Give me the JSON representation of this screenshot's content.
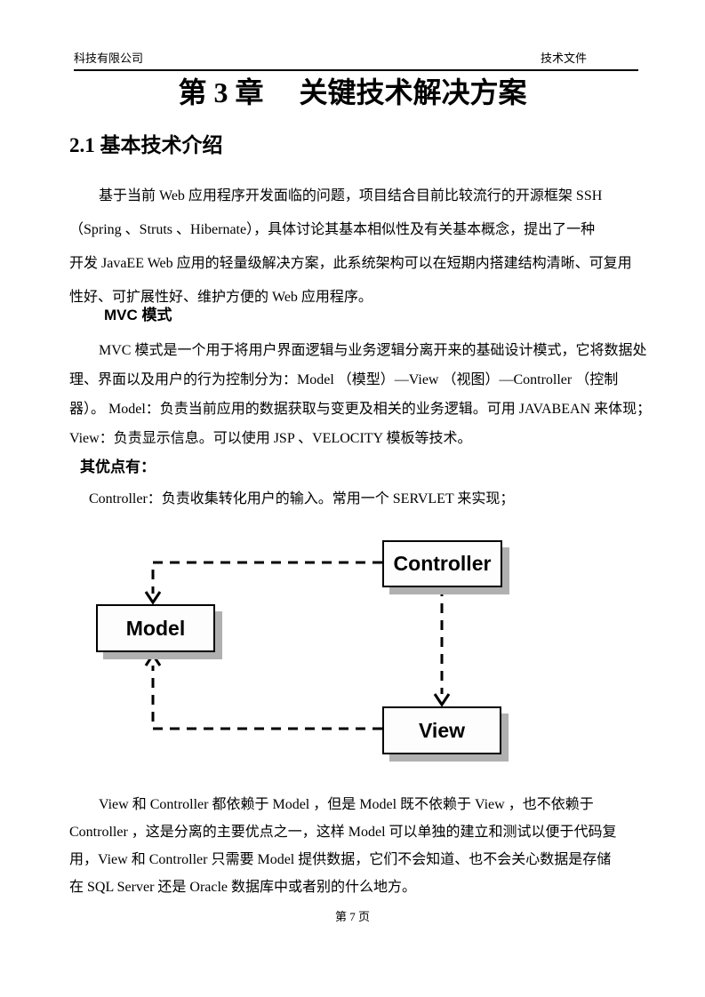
{
  "header": {
    "left": "科技有限公司",
    "right": "技术文件"
  },
  "title": "第 3 章　 关键技术解决方案",
  "section": {
    "heading": "2.1 基本技术介绍"
  },
  "paragraph1": {
    "lines": [
      "基于当前 Web 应用程序开发面临的问题，项目结合目前比较流行的开源框架 SSH",
      "（Spring 、Struts 、Hibernate），具体讨论其基本相似性及有关基本概念，提出了一种",
      "开发 JavaEE Web 应用的轻量级解决方案，此系统架构可以在短期内搭建结构清晰、可复用",
      "性好、可扩展性好、维护方便的 Web 应用程序。"
    ]
  },
  "mvc": {
    "heading": "MVC 模式",
    "lines": [
      "MVC 模式是一个用于将用户界面逻辑与业务逻辑分离开来的基础设计模式，它将数据处",
      "理、界面以及用户的行为控制分为：Model （模型）—View （视图）—Controller （控制",
      "器）。 Model：负责当前应用的数据获取与变更及相关的业务逻辑。可用 JAVABEAN 来体现；",
      "View：负责显示信息。可以使用 JSP 、VELOCITY 模板等技术。"
    ],
    "advantages_heading": "其优点有：",
    "controller_line": "Controller：负责收集转化用户的输入。常用一个 SERVLET 来实现；"
  },
  "diagram": {
    "controller_label": "Controller",
    "model_label": "Model",
    "view_label": "View",
    "shadow_color": "#b0b0b0",
    "line_color": "#000000"
  },
  "paragraph3": {
    "lines": [
      "View 和 Controller 都依赖于 Model ，但是 Model 既不依赖于 View ，也不依赖于",
      "Controller ，这是分离的主要优点之一，这样 Model 可以单独的建立和测试以便于代码复",
      "用，View 和 Controller 只需要 Model 提供数据，它们不会知道、也不会关心数据是存储",
      "在 SQL Server 还是 Oracle 数据库中或者别的什么地方。"
    ]
  },
  "footer": {
    "page_number": "第 7 页"
  }
}
